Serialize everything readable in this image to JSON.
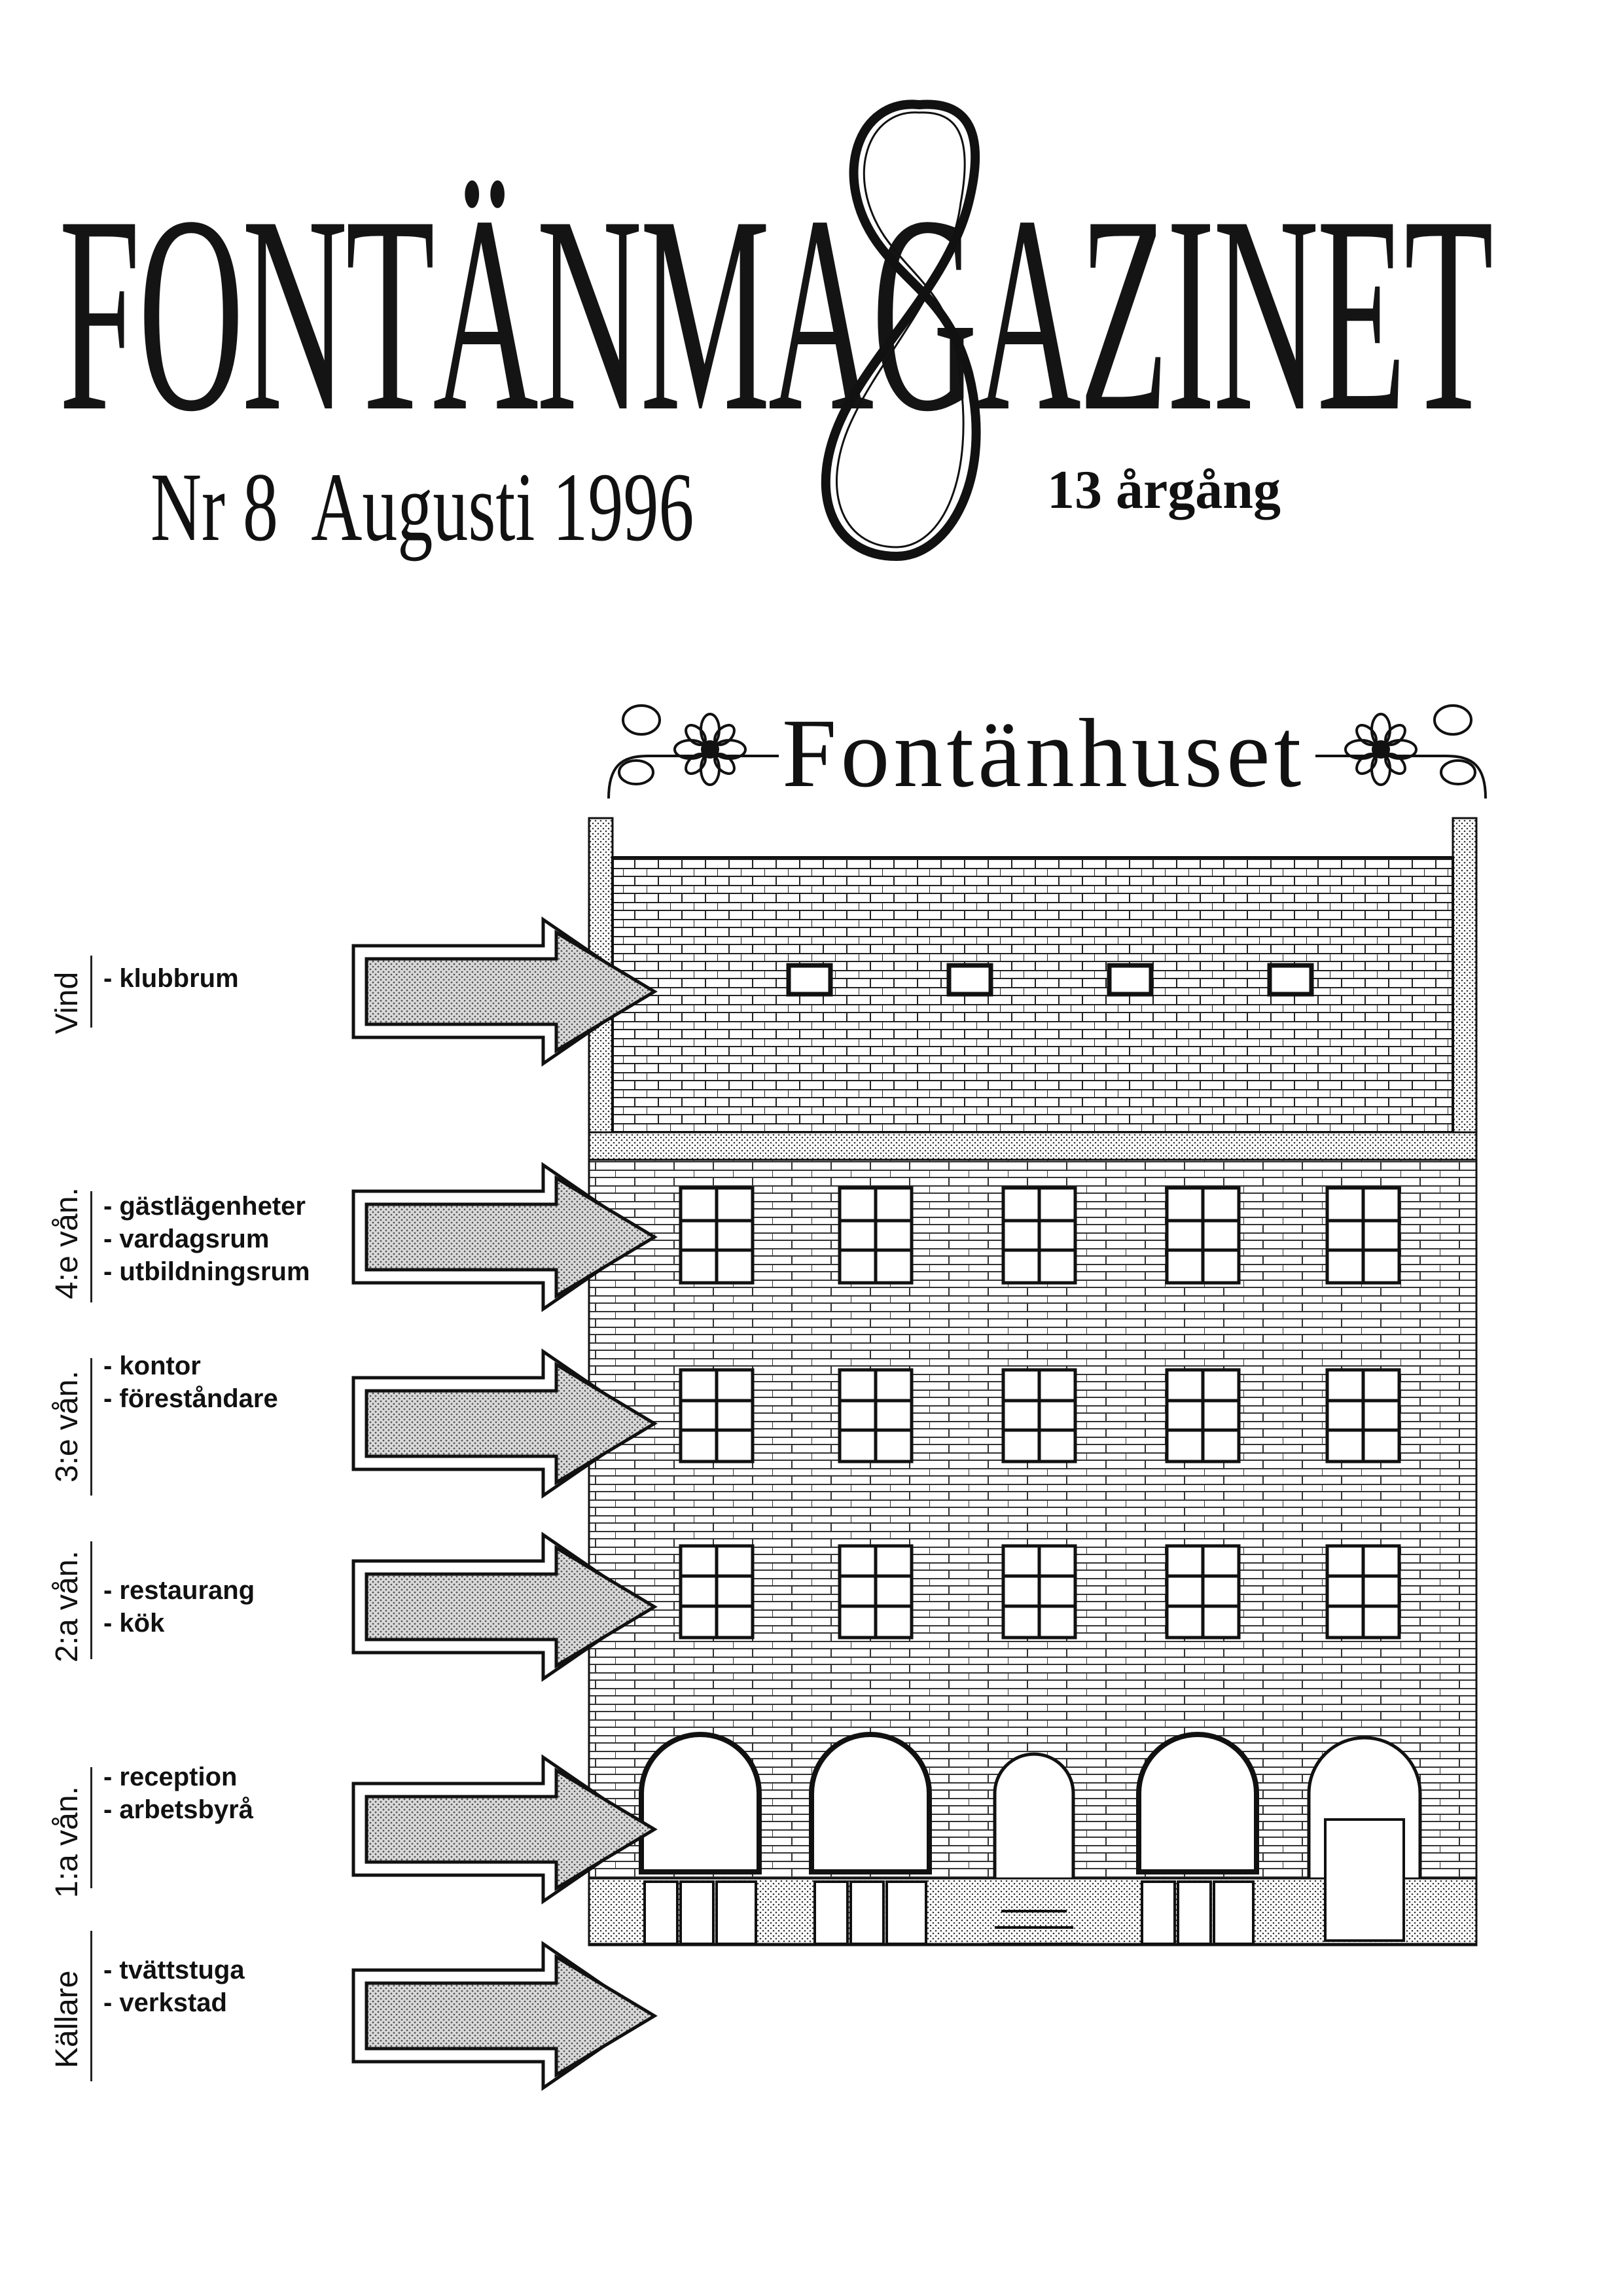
{
  "masthead": {
    "title": "FONTÄNMAGAZINET",
    "issue_number": "Nr 8",
    "issue_date": "Augusti 1996",
    "volume": "13 årgång"
  },
  "building": {
    "title": "Fontänhuset"
  },
  "floors": [
    {
      "label": "Vind",
      "rooms": [
        "- klubbrum"
      ]
    },
    {
      "label": "4:e vån.",
      "rooms": [
        "- gästlägenheter",
        "- vardagsrum",
        "- utbildningsrum"
      ]
    },
    {
      "label": "3:e vån.",
      "rooms": [
        "- kontor",
        "- föreståndare"
      ]
    },
    {
      "label": "2:a vån.",
      "rooms": [
        "- restaurang",
        "- kök"
      ]
    },
    {
      "label": "1:a vån.",
      "rooms": [
        "- reception",
        "- arbetsbyrå"
      ]
    },
    {
      "label": "Källare",
      "rooms": [
        "- tvättstuga",
        "- verkstad"
      ]
    }
  ]
}
